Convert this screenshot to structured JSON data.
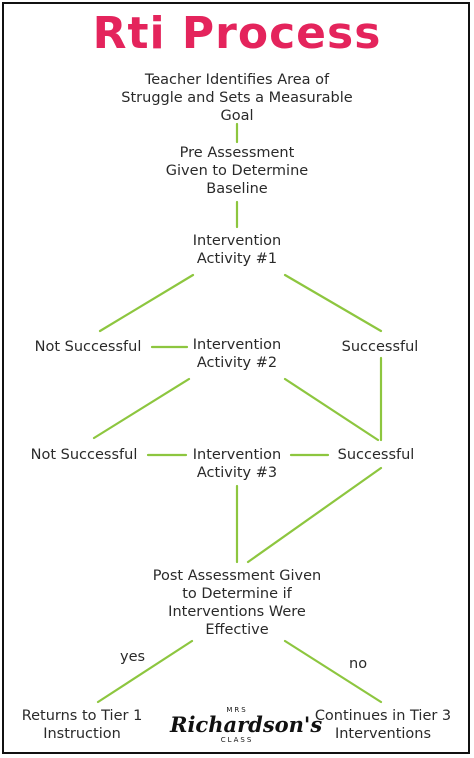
{
  "title": "Rti Process",
  "nodes": {
    "teacher": "Teacher Identifies Area of\nStruggle and Sets a Measurable\nGoal",
    "pre_assessment": "Pre Assessment\nGiven to Determine\nBaseline",
    "intervention1": "Intervention\nActivity #1",
    "not_successful1": "Not Successful",
    "intervention2": "Intervention\nActivity #2",
    "successful1": "Successful",
    "not_successful2": "Not Successful",
    "intervention3": "Intervention\nActivity #3",
    "successful2": "Successful",
    "post_assessment": "Post Assessment Given\nto Determine if\nInterventions Were\nEffective",
    "returns_tier1": "Returns to Tier 1\nInstruction",
    "continues_tier3": "Continues in Tier 3\nInterventions"
  },
  "edge_labels": {
    "yes": "yes",
    "no": "no"
  },
  "logo": {
    "top": "MRS",
    "name": "Richardson's",
    "bottom": "CLASS"
  },
  "colors": {
    "title": "#e4245c",
    "line": "#8dc63f",
    "text": "#2a2a2a",
    "border": "#111111"
  }
}
